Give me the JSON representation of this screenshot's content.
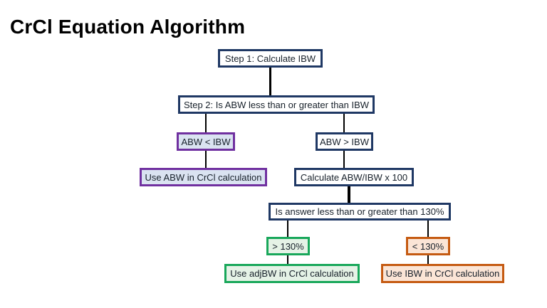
{
  "title": "CrCl Equation Algorithm",
  "colors": {
    "navy_border": "#1f3864",
    "purple_border": "#7030a0",
    "green_border": "#18a75a",
    "orange_border": "#c55a11",
    "light_blue_fill": "#dae3f1",
    "light_green_fill": "#e5f2e6",
    "light_orange_fill": "#fbe5d6",
    "white_fill": "#ffffff",
    "connector": "#000000",
    "text": "#17202a"
  },
  "nodes": {
    "step1": {
      "label": "Step 1: Calculate IBW",
      "scheme": "navy"
    },
    "step2": {
      "label": "Step 2: Is ABW less than or greater than IBW",
      "scheme": "navy"
    },
    "abw_lt": {
      "label": "ABW < IBW",
      "scheme": "purple"
    },
    "use_abw": {
      "label": "Use ABW in CrCl calculation",
      "scheme": "purple"
    },
    "abw_gt": {
      "label": "ABW > IBW",
      "scheme": "navy"
    },
    "calc": {
      "label": "Calculate ABW/IBW x 100",
      "scheme": "navy"
    },
    "is_answer": {
      "label": "Is answer less than or greater than 130%",
      "scheme": "navy"
    },
    "gt130": {
      "label": "> 130%",
      "scheme": "green"
    },
    "use_adjbw": {
      "label": "Use adjBW in CrCl calculation",
      "scheme": "green"
    },
    "lt130": {
      "label": "< 130%",
      "scheme": "orange"
    },
    "use_ibw": {
      "label": "Use IBW in CrCl calculation",
      "scheme": "orange"
    }
  },
  "edges": [
    {
      "from": "step1",
      "to": "step2"
    },
    {
      "from": "step2",
      "to": "abw_lt"
    },
    {
      "from": "step2",
      "to": "abw_gt"
    },
    {
      "from": "abw_lt",
      "to": "use_abw"
    },
    {
      "from": "abw_gt",
      "to": "calc"
    },
    {
      "from": "calc",
      "to": "is_answer"
    },
    {
      "from": "is_answer",
      "to": "gt130"
    },
    {
      "from": "is_answer",
      "to": "lt130"
    },
    {
      "from": "gt130",
      "to": "use_adjbw"
    },
    {
      "from": "lt130",
      "to": "use_ibw"
    }
  ]
}
